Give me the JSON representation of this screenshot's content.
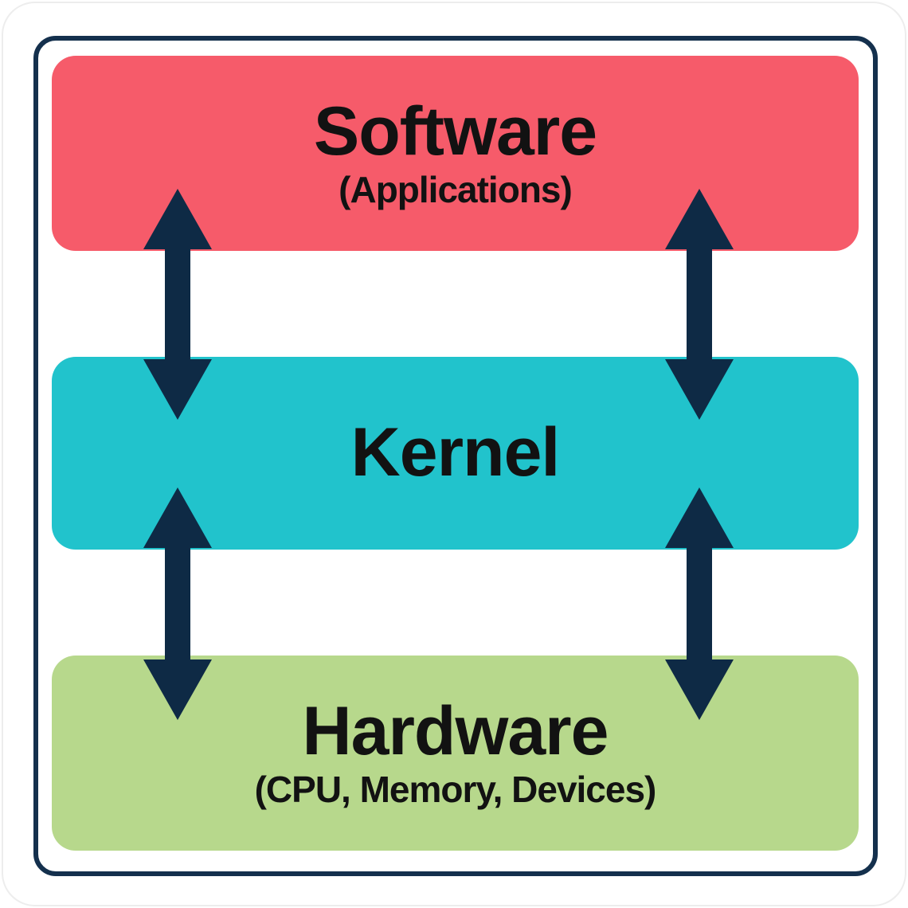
{
  "frame": {
    "border_color": "#14304d",
    "background": "#ffffff"
  },
  "text_color": "#121212",
  "layers": [
    {
      "id": "software",
      "label": "Software",
      "sublabel": "(Applications)",
      "color": "#f65b6a"
    },
    {
      "id": "kernel",
      "label": "Kernel",
      "sublabel": "",
      "color": "#21c3cc"
    },
    {
      "id": "hardware",
      "label": "Hardware",
      "sublabel": "(CPU, Memory, Devices)",
      "color": "#b7d88c"
    }
  ],
  "arrows": {
    "color": "#0e2a45",
    "type": "double-headed-vertical",
    "connections": [
      {
        "from": "Software",
        "to": "Kernel",
        "side": "left"
      },
      {
        "from": "Software",
        "to": "Kernel",
        "side": "right"
      },
      {
        "from": "Kernel",
        "to": "Hardware",
        "side": "left"
      },
      {
        "from": "Kernel",
        "to": "Hardware",
        "side": "right"
      }
    ]
  }
}
